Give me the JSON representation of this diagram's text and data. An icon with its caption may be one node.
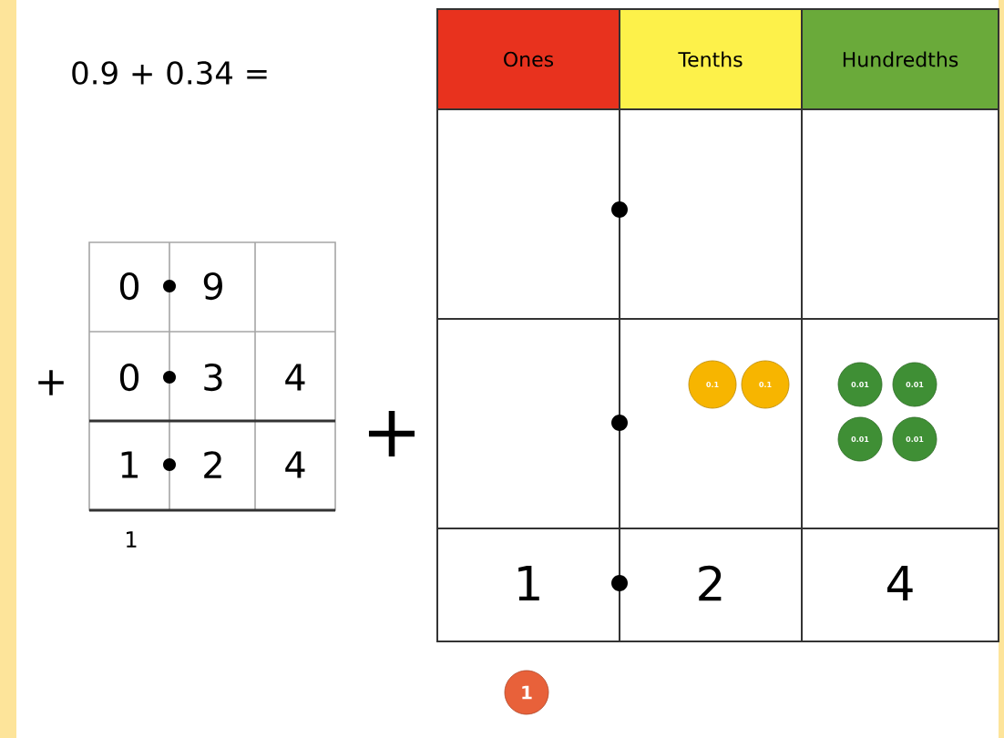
{
  "diagram": {
    "title": "0.9 + 0.34 =",
    "nodes": [
      {
        "text": [
          "Ones"
        ]
      },
      {
        "text": [
          "Tenths"
        ]
      },
      {
        "text": [
          "Hundredths"
        ]
      },
      {
        "text": [
          "0.1"
        ]
      },
      {
        "text": [
          "0.1"
        ]
      },
      {
        "text": [
          "0.01"
        ]
      },
      {
        "text": [
          "0.01"
        ]
      },
      {
        "text": [
          "0.01"
        ]
      },
      {
        "text": [
          "0.01"
        ]
      },
      {
        "text": [
          "1"
        ]
      }
    ],
    "edges": [],
    "labels": [
      "0",
      "9",
      "+",
      "0",
      "3",
      "4",
      "1",
      "2",
      "4",
      "1",
      "+",
      "1",
      "2",
      "4"
    ]
  }
}
